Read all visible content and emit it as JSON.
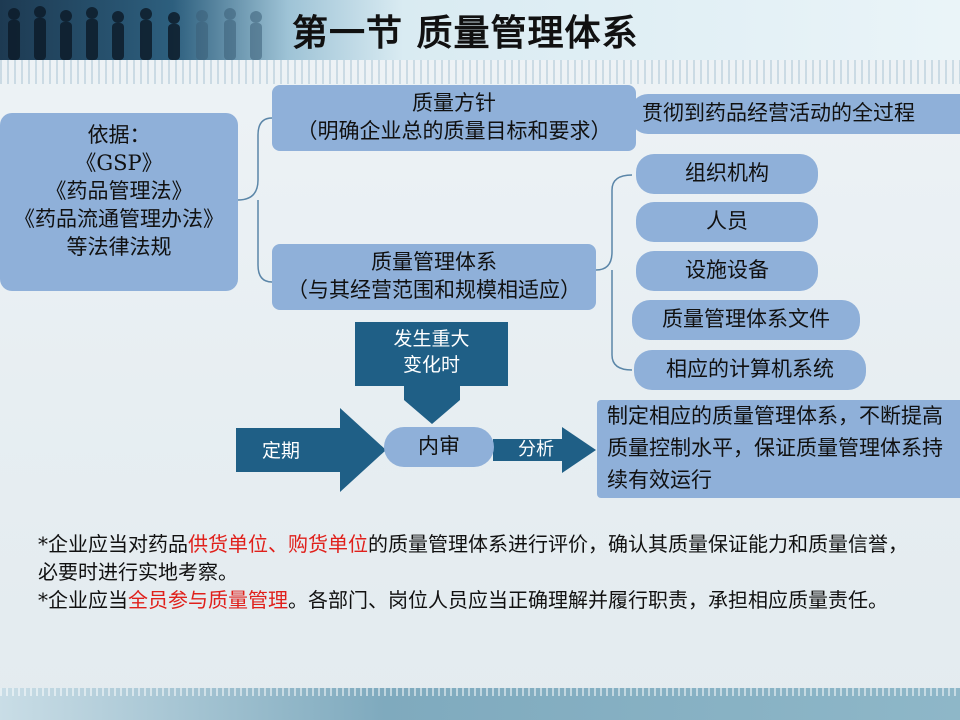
{
  "title": "第一节  质量管理体系",
  "basis_box": {
    "lines": [
      "依据：",
      "《GSP》",
      "《药品管理法》",
      "《药品流通管理办法》",
      "等法律法规"
    ]
  },
  "policy_box": {
    "line1": "质量方针",
    "line2": "（明确企业总的质量目标和要求）"
  },
  "policy_note": "贯彻到药品经营活动的全过程",
  "system_box": {
    "line1": "质量管理体系",
    "line2": "（与其经营范围和规模相适应）"
  },
  "components": [
    "组织机构",
    "人员",
    "设施设备",
    "质量管理体系文件",
    "相应的计算机系统"
  ],
  "trigger": {
    "line1": "发生重大",
    "line2": "变化时"
  },
  "periodic_label": "定期",
  "audit_label": "内审",
  "analyze_label": "分析",
  "result_text": "制定相应的质量管理体系，不断提高质量控制水平，保证质量管理体系持续有效运行",
  "notes": [
    {
      "prefix": "*企业应当对药品",
      "highlight": "供货单位、购货单位",
      "suffix": "的质量管理体系进行评价，确认其质量保证能力和质量信誉，必要时进行实地考察。"
    },
    {
      "prefix": "*企业应当",
      "highlight": "全员参与质量管理",
      "suffix": "。各部门、岗位人员应当正确理解并履行职责，承担相应质量责任。"
    }
  ],
  "colors": {
    "box_fill": "#8fb0d9",
    "dark_shape": "#1f5f86",
    "highlight": "#e0201b"
  }
}
